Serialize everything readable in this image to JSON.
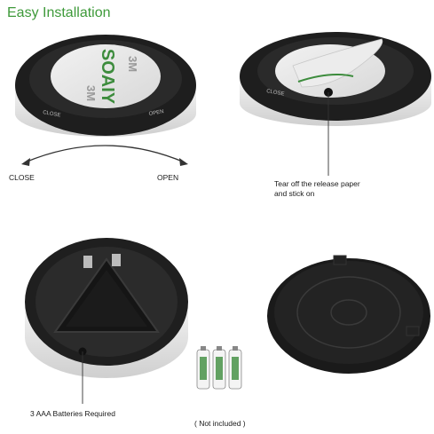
{
  "heading": "Easy Installation",
  "panels": {
    "top_left": {
      "adhesive_brand": "SOAIY",
      "adhesive_mark": "3M",
      "ring_text_left": "CLOSE",
      "ring_text_right": "OPEN",
      "arrow_left_label": "CLOSE",
      "arrow_right_label": "OPEN"
    },
    "top_right": {
      "caption_line1": "Tear off the release paper",
      "caption_line2": "and stick on"
    },
    "bottom_left": {
      "caption": "3 AAA Batteries Required"
    },
    "bottom_right": {
      "caption": "( Not included )"
    }
  },
  "colors": {
    "heading": "#3e9a3a",
    "body_dark": "#1e1e1e",
    "housing_silver": "#e6e6e6",
    "adhesive_green": "#3d8c3d"
  }
}
